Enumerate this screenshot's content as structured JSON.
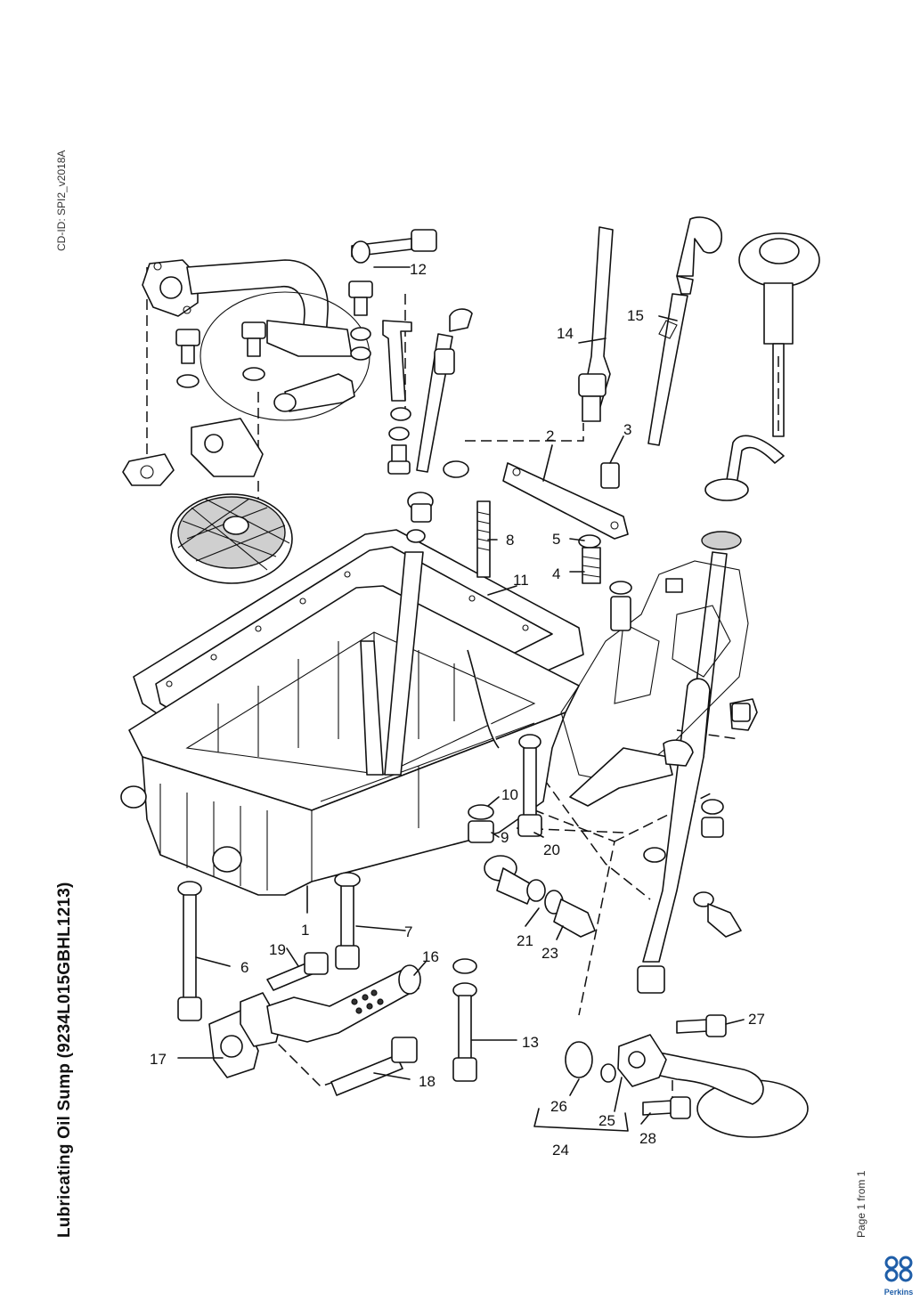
{
  "page": {
    "title": "Lubricating Oil Sump (9234L015GBHL1213)",
    "cd_id": "CD-ID: SPI2_v2018A",
    "page_number": "Page 1 from 1",
    "brand": "Perkins"
  },
  "callouts": [
    "1",
    "2",
    "3",
    "4",
    "5",
    "6",
    "7",
    "8",
    "9",
    "10",
    "11",
    "12",
    "13",
    "14",
    "15",
    "16",
    "17",
    "18",
    "19",
    "20",
    "21",
    "23",
    "24",
    "25",
    "26",
    "27",
    "28"
  ],
  "colors": {
    "ink": "#111111",
    "brand": "#1f5ea8"
  }
}
